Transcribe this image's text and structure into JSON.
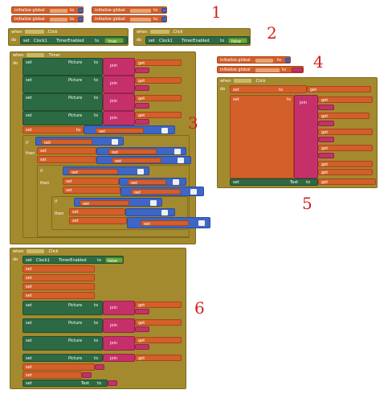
{
  "labels": {
    "initialize_global": "initialize global",
    "to": "to",
    "when": "when",
    "do": "do",
    "click": ".Click",
    "timer": ".Timer",
    "set": "set",
    "get": "get",
    "join": "join",
    "if": "if",
    "then": "then",
    "timer_enabled": "TimerEnabled",
    "picture": "Picture",
    "text": "Text",
    "true": "true",
    "false": "false",
    "clock1": "Clock1"
  },
  "section_numbers": [
    "1",
    "2",
    "3",
    "4",
    "5",
    "6"
  ]
}
